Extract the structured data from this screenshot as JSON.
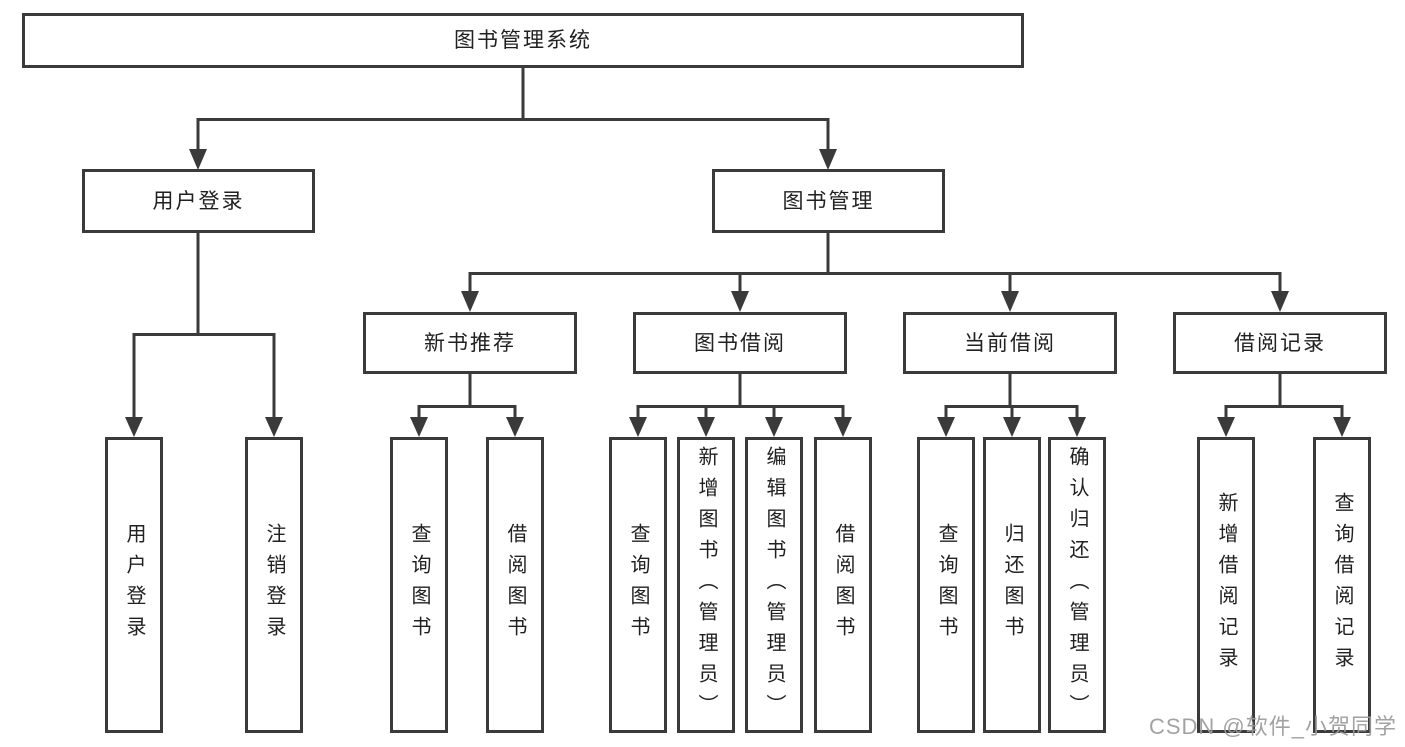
{
  "tree": {
    "label": "图书管理系统",
    "children": [
      {
        "label": "用户登录",
        "children": [
          {
            "label": "用户登录"
          },
          {
            "label": "注销登录"
          }
        ]
      },
      {
        "label": "图书管理",
        "children": [
          {
            "label": "新书推荐",
            "children": [
              {
                "label": "查询图书"
              },
              {
                "label": "借阅图书"
              }
            ]
          },
          {
            "label": "图书借阅",
            "children": [
              {
                "label": "查询图书"
              },
              {
                "label": "新增图书（管理员）"
              },
              {
                "label": "编辑图书（管理员）"
              },
              {
                "label": "借阅图书"
              }
            ]
          },
          {
            "label": "当前借阅",
            "children": [
              {
                "label": "查询图书"
              },
              {
                "label": "归还图书"
              },
              {
                "label": "确认归还（管理员）"
              }
            ]
          },
          {
            "label": "借阅记录",
            "children": [
              {
                "label": "新增借阅记录"
              },
              {
                "label": "查询借阅记录"
              }
            ]
          }
        ]
      }
    ]
  },
  "watermark": {
    "text": "CSDN @软件_小贺同学"
  },
  "colors": {
    "line": "#3a3a3a",
    "node_border": "#3a3a3a",
    "text": "#212121",
    "watermark": "#9b9b9b",
    "background": "#ffffff"
  }
}
